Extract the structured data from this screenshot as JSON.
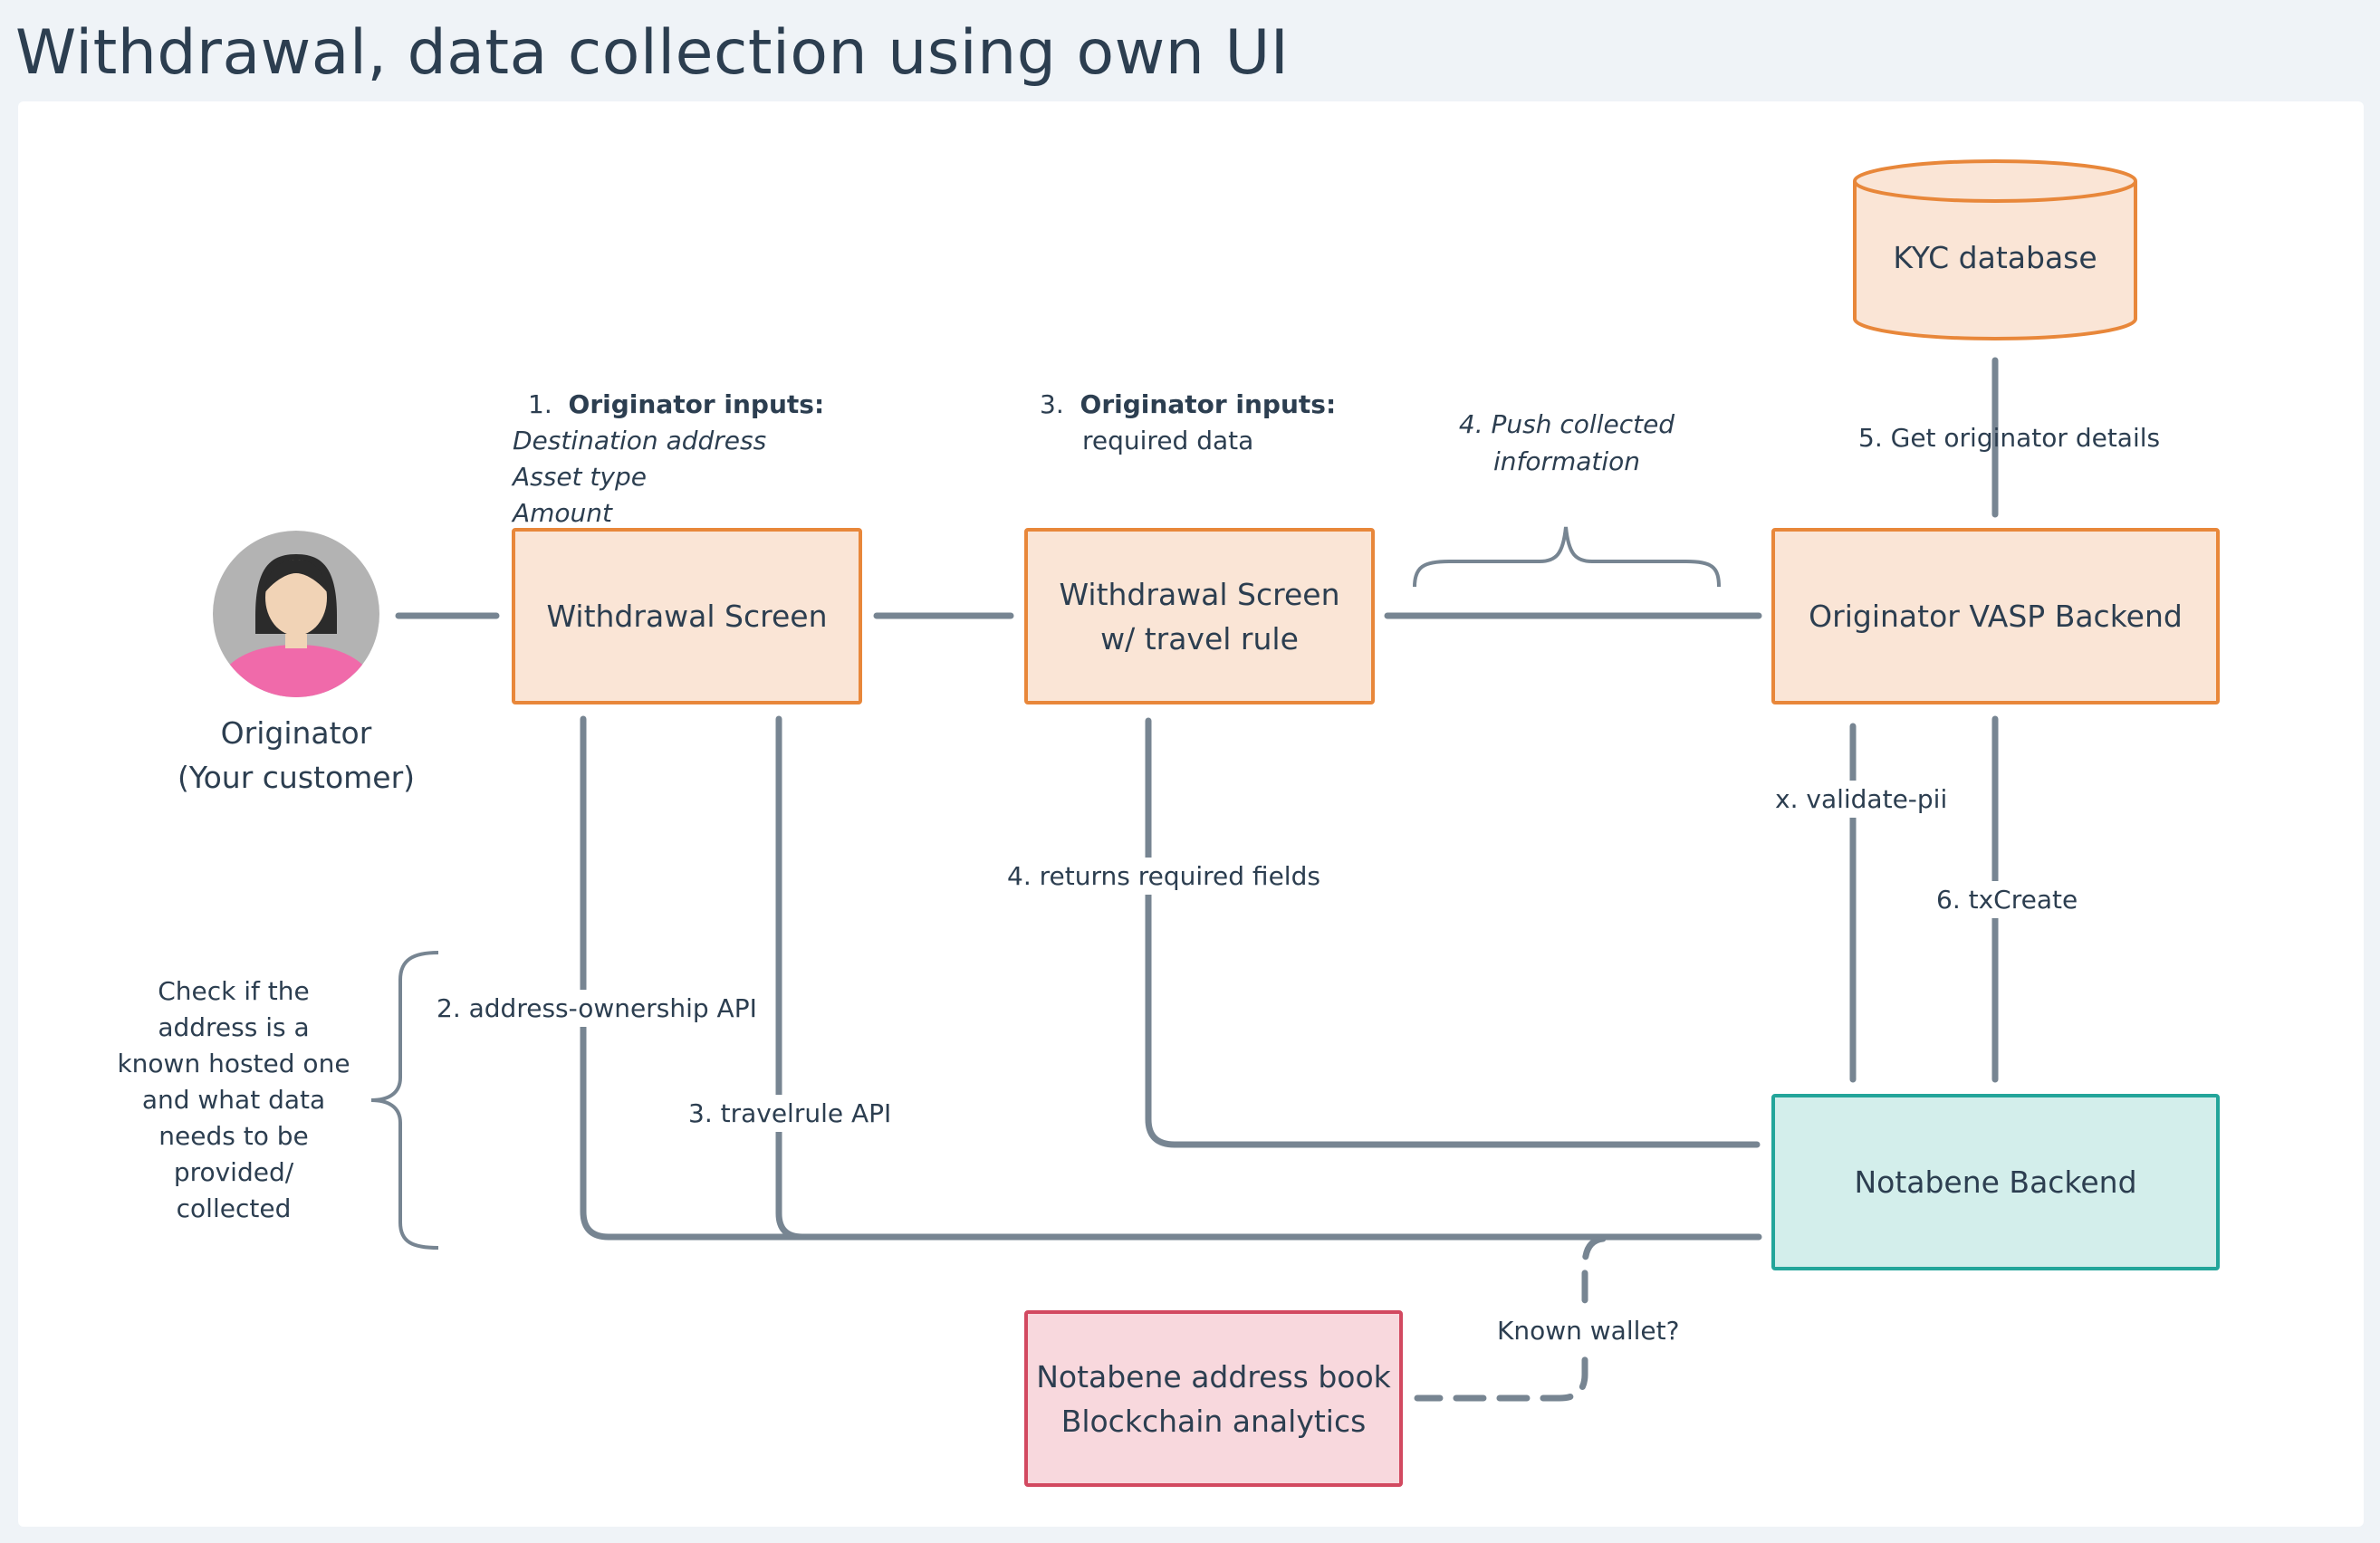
{
  "title": "Withdrawal, data collection using own UI",
  "nodes": {
    "originator_name": "Originator",
    "originator_subtitle": "(Your customer)",
    "withdrawal_screen": "Withdrawal Screen",
    "withdrawal_travel_line1": "Withdrawal Screen",
    "withdrawal_travel_line2": "w/ travel rule",
    "originator_backend": "Originator VASP Backend",
    "kyc_database": "KYC database",
    "notabene_backend": "Notabene Backend",
    "address_book_line1": "Notabene address book",
    "address_book_line2": "Blockchain analytics"
  },
  "labels": {
    "step1_number": "1.",
    "step1_heading": "Originator inputs:",
    "step1_items": [
      "Destination address",
      "Asset type",
      "Amount"
    ],
    "step3_number": "3.",
    "step3_heading": "Originator inputs:",
    "step3_detail": "required data",
    "step4_push_line1": "4. Push collected",
    "step4_push_line2": "information",
    "step5": "5. Get originator details",
    "validate_pii": "x. validate-pii",
    "returns_fields": "4.  returns required fields",
    "tx_create": "6.  txCreate",
    "address_ownership": "2.  address-ownership API",
    "travelrule_api": "3.  travelrule API",
    "known_wallet": "Known wallet?",
    "check_note": [
      "Check if the",
      "address is a",
      "known hosted one",
      "and what data",
      "needs to be",
      "provided/",
      "collected"
    ]
  },
  "colors": {
    "arrow": "#778592",
    "orange_fill": "#fae5d6",
    "orange_border": "#e8873a",
    "teal_fill": "#d3eeeb",
    "teal_border": "#23a59a",
    "pink_fill": "#f8d8dd",
    "pink_border": "#d24960",
    "avatar_bg": "#b3b3b3",
    "avatar_shirt": "#f06aaa",
    "text": "#2c3e50"
  }
}
